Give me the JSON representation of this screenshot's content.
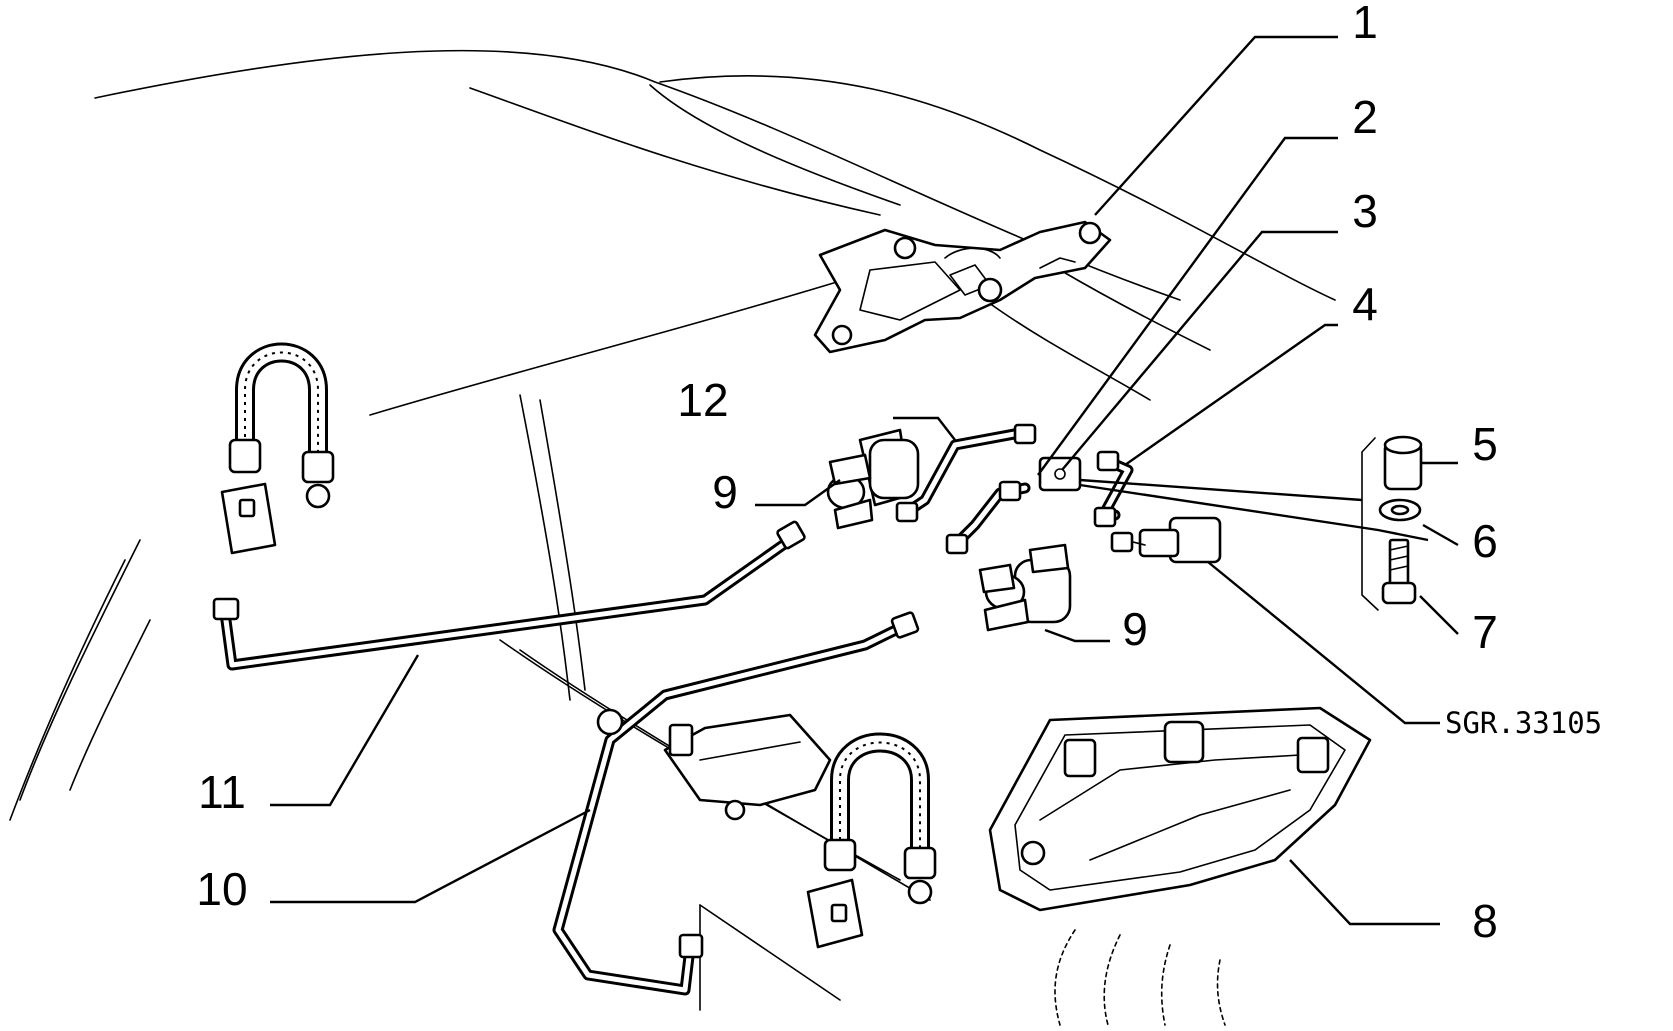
{
  "labels": {
    "p1": "1",
    "p2": "2",
    "p3": "3",
    "p4": "4",
    "p5": "5",
    "p6": "6",
    "p7": "7",
    "p8": "8",
    "p9a": "9",
    "p9b": "9",
    "p10": "10",
    "p11": "11",
    "p12": "12"
  },
  "reference": "SGR.33105"
}
